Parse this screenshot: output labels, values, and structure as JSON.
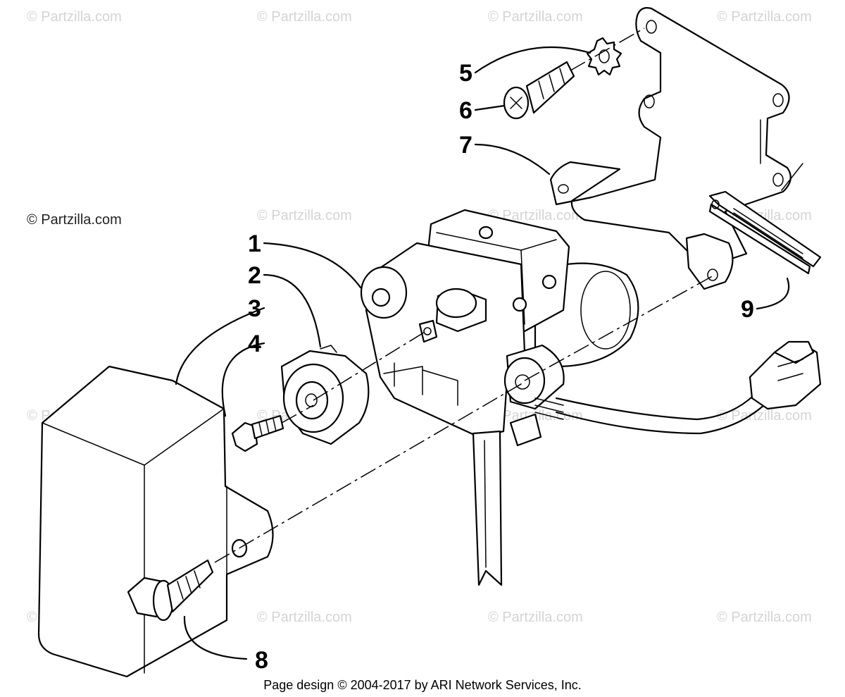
{
  "watermark": "© Partzilla.com",
  "corner_watermark": "© Partzilla.com",
  "callouts": [
    {
      "id": "1",
      "label": "1"
    },
    {
      "id": "2",
      "label": "2"
    },
    {
      "id": "3",
      "label": "3"
    },
    {
      "id": "4",
      "label": "4"
    },
    {
      "id": "5",
      "label": "5"
    },
    {
      "id": "6",
      "label": "6"
    },
    {
      "id": "7",
      "label": "7"
    },
    {
      "id": "8",
      "label": "8"
    },
    {
      "id": "9",
      "label": "9"
    }
  ],
  "footer": "Page design © 2004-2017 by ARI Network Services, Inc."
}
